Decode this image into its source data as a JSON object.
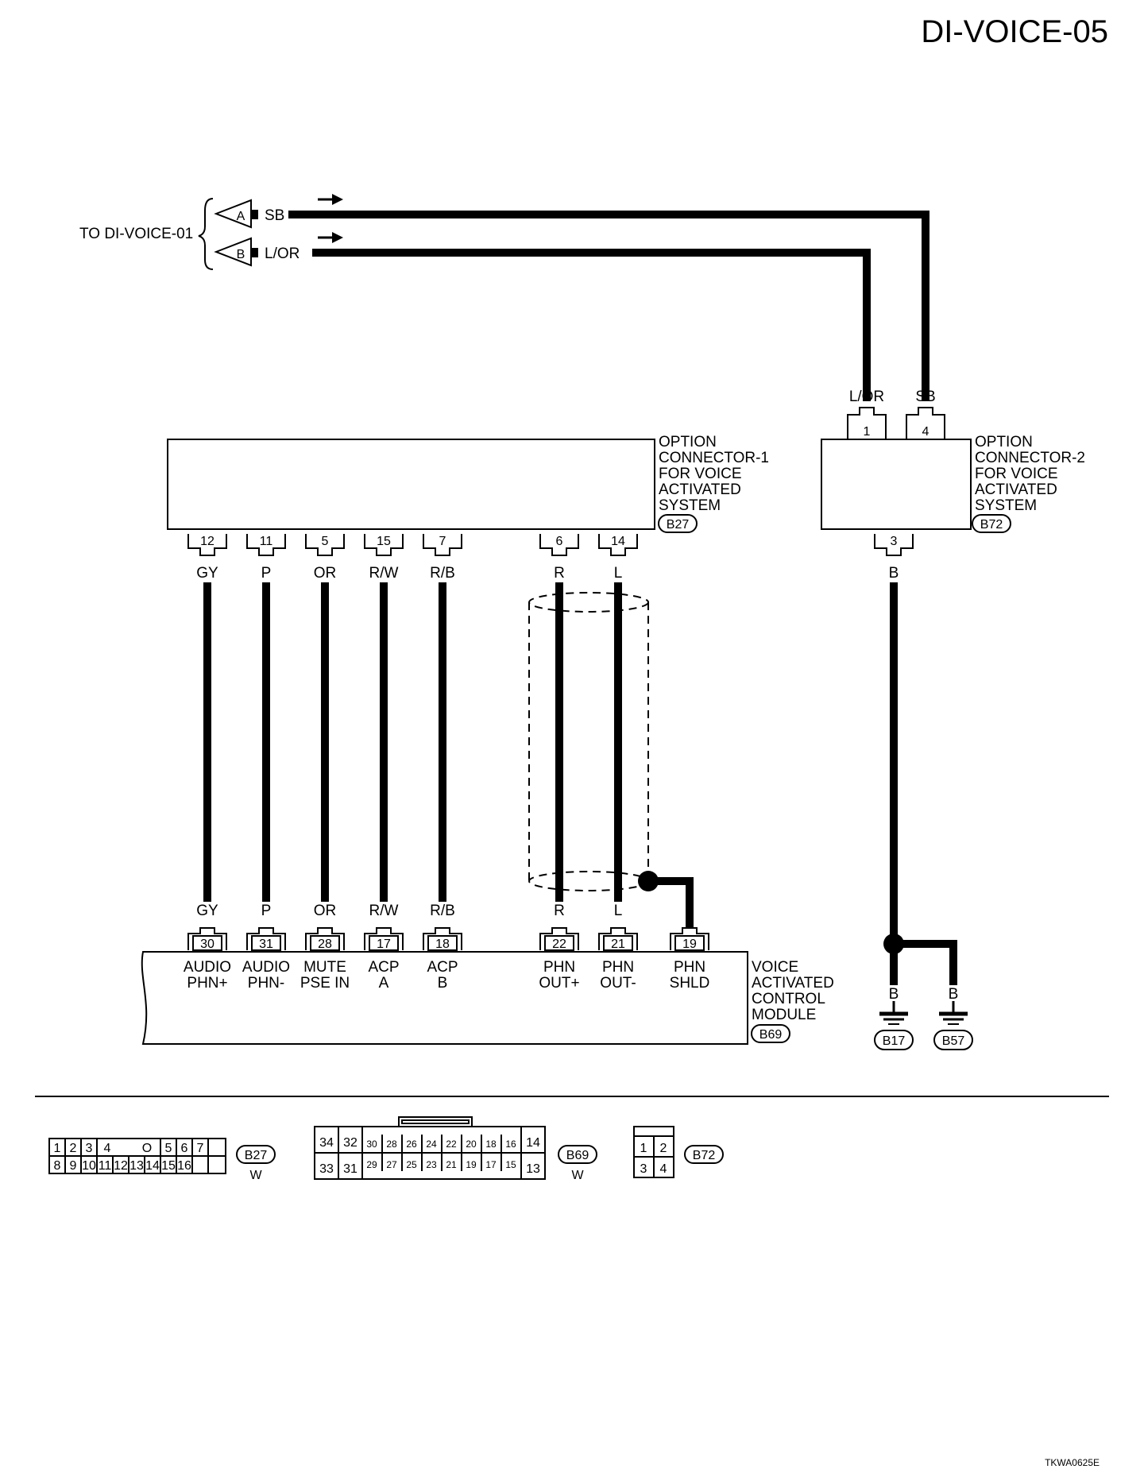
{
  "page_title": "DI-VOICE-05",
  "footer_code": "TKWA0625E",
  "off_page": {
    "label": "TO DI-VOICE-01",
    "connectors": [
      {
        "letter": "A",
        "wire": "SB"
      },
      {
        "letter": "B",
        "wire": "L/OR"
      }
    ]
  },
  "option_connector_1": {
    "label_lines": [
      "OPTION",
      "CONNECTOR-1",
      "FOR VOICE",
      "ACTIVATED",
      "SYSTEM"
    ],
    "connector": "B27",
    "pins": [
      {
        "pin": "12",
        "wire": "GY"
      },
      {
        "pin": "11",
        "wire": "P"
      },
      {
        "pin": "5",
        "wire": "OR"
      },
      {
        "pin": "15",
        "wire": "R/W"
      },
      {
        "pin": "7",
        "wire": "R/B"
      },
      {
        "pin": "6",
        "wire": "R"
      },
      {
        "pin": "14",
        "wire": "L"
      }
    ]
  },
  "option_connector_2": {
    "label_lines": [
      "OPTION",
      "CONNECTOR-2",
      "FOR VOICE",
      "ACTIVATED",
      "SYSTEM"
    ],
    "connector": "B72",
    "top_pins": [
      {
        "pin": "1",
        "wire": "L/OR"
      },
      {
        "pin": "4",
        "wire": "SB"
      }
    ],
    "bottom_pin": {
      "pin": "3",
      "wire": "B"
    }
  },
  "module": {
    "label_lines": [
      "VOICE",
      "ACTIVATED",
      "CONTROL",
      "MODULE"
    ],
    "connector": "B69",
    "pins": [
      {
        "pin": "30",
        "wire": "GY",
        "func": [
          "AUDIO",
          "PHN+"
        ]
      },
      {
        "pin": "31",
        "wire": "P",
        "func": [
          "AUDIO",
          "PHN-"
        ]
      },
      {
        "pin": "28",
        "wire": "OR",
        "func": [
          "MUTE",
          "PSE IN"
        ]
      },
      {
        "pin": "17",
        "wire": "R/W",
        "func": [
          "ACP",
          "A"
        ]
      },
      {
        "pin": "18",
        "wire": "R/B",
        "func": [
          "ACP",
          "B"
        ]
      },
      {
        "pin": "22",
        "wire": "R",
        "func": [
          "PHN",
          "OUT+"
        ]
      },
      {
        "pin": "21",
        "wire": "L",
        "func": [
          "PHN",
          "OUT-"
        ]
      },
      {
        "pin": "19",
        "wire": "",
        "func": [
          "PHN",
          "SHLD"
        ]
      }
    ]
  },
  "grounds": [
    {
      "wire": "B",
      "connector": "B17"
    },
    {
      "wire": "B",
      "connector": "B57"
    }
  ],
  "connector_faces": {
    "b27": {
      "id": "B27",
      "color": "W",
      "top": [
        "1",
        "2",
        "3",
        "4",
        "O",
        "5",
        "6",
        "7"
      ],
      "bottom": [
        "8",
        "9",
        "10",
        "11",
        "12",
        "13",
        "14",
        "15",
        "16"
      ]
    },
    "b69": {
      "id": "B69",
      "color": "W",
      "left_top": [
        "34",
        "32"
      ],
      "left_bottom": [
        "33",
        "31"
      ],
      "mid_top": [
        "30",
        "28",
        "26",
        "24",
        "22",
        "20",
        "18",
        "16"
      ],
      "mid_bottom": [
        "29",
        "27",
        "25",
        "23",
        "21",
        "19",
        "17",
        "15"
      ],
      "right_top": "14",
      "right_bottom": "13"
    },
    "b72": {
      "id": "B72",
      "top": [
        "1",
        "2"
      ],
      "bottom": [
        "3",
        "4"
      ]
    }
  }
}
